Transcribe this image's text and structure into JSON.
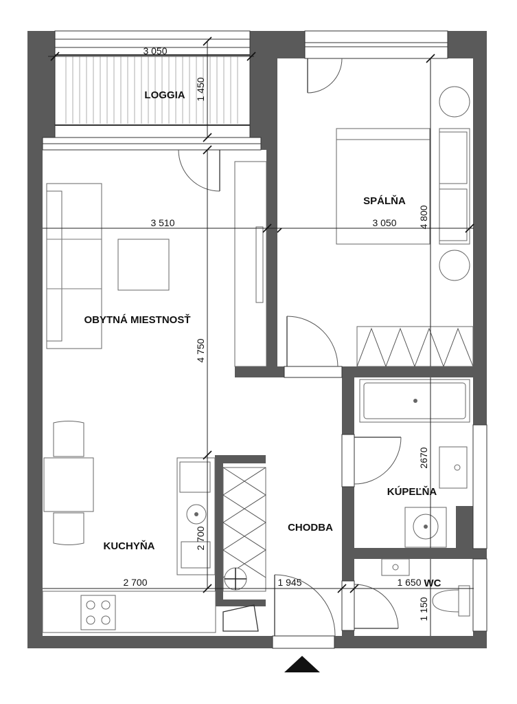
{
  "rooms": {
    "loggia": "LOGGIA",
    "bedroom": "SPÁLŇA",
    "living": "OBYTNÁ MIESTNOSŤ",
    "kitchen": "KUCHYŇA",
    "hall": "CHODBA",
    "bathroom": "KÚPEĽŇA",
    "wc": "WC"
  },
  "dimensions": {
    "loggia_width": "3 050",
    "loggia_depth": "1 450",
    "living_width": "3 510",
    "bedroom_width": "3 050",
    "bedroom_depth": "4 800",
    "living_depth": "4 750",
    "bathroom_depth": "2670",
    "kitchen_width": "2 700",
    "kitchen_depth": "2 700",
    "hall_width": "1 945",
    "wc_width": "1 650",
    "wc_depth": "1 150"
  }
}
